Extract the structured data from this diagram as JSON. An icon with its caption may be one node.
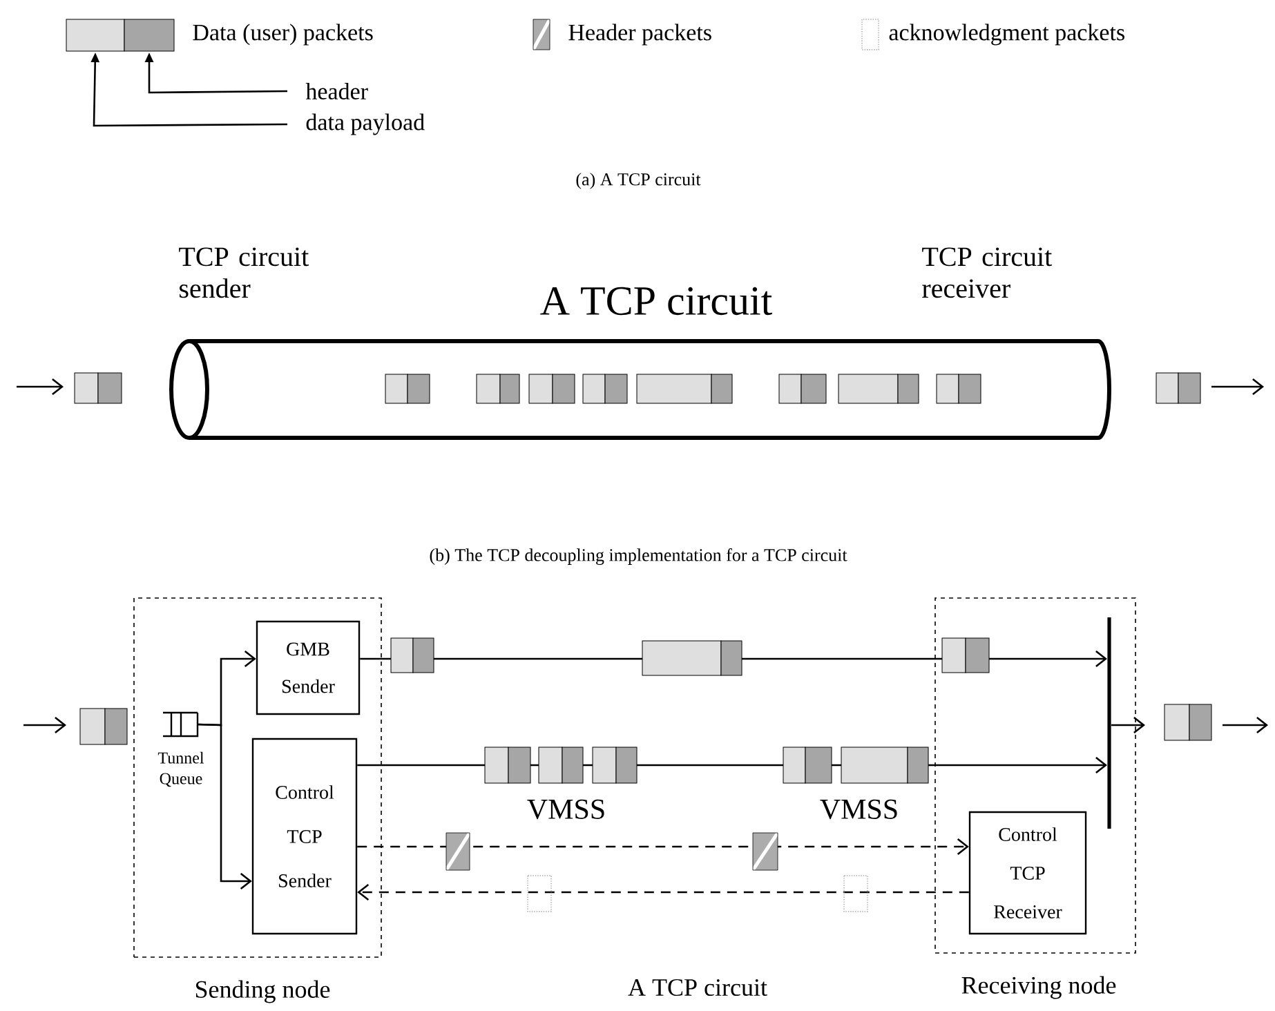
{
  "diagram": {
    "nodes": [
      {
        "text": [
          "header"
        ]
      },
      {
        "text": [
          "data payload"
        ]
      },
      {
        "text": [
          "A TCP circuit"
        ]
      },
      {
        "text": [
          "Sending node"
        ]
      },
      {
        "text": [
          "Tunnel Queue"
        ],
        "in": 3
      },
      {
        "text": [
          "GMB Sender"
        ],
        "in": 3
      },
      {
        "text": [
          "Control TCP Sender"
        ],
        "in": 3
      },
      {
        "text": [
          "Receiving node"
        ]
      },
      {
        "text": [],
        "shape": "bar",
        "in": 7
      },
      {
        "text": [
          "Control TCP Receiver"
        ],
        "in": 7
      },
      {
        "text": [],
        "shape": "box"
      },
      {
        "text": [],
        "shape": "box"
      }
    ],
    "edges": [
      {
        "from": 0,
        "to": 11,
        "arrow": "to"
      },
      {
        "from": 1,
        "to": 10,
        "arrow": "to"
      },
      {
        "from": 4,
        "to": 5,
        "arrow": "to"
      },
      {
        "from": 4,
        "to": 6,
        "arrow": "to"
      },
      {
        "from": 5,
        "to": 8,
        "arrow": "to"
      },
      {
        "from": 6,
        "to": 8,
        "arrow": "to"
      },
      {
        "from": 6,
        "to": 9,
        "arrow": "to",
        "style": "dashed"
      },
      {
        "from": 9,
        "to": 6,
        "arrow": "to",
        "style": "dashed"
      },
      {
        "from": 8,
        "to": null,
        "arrow": "to"
      }
    ],
    "labels": [
      "(a) A TCP circuit",
      "TCP circuit sender",
      "TCP circuit receiver",
      "(b) The TCP decoupling implementation for a TCP circuit",
      "VMSS",
      "VMSS",
      "A TCP circuit"
    ],
    "legend": [
      {
        "text": "Data (user) packets"
      },
      {
        "text": "Header packets"
      },
      {
        "text": "acknowledgment packets"
      }
    ]
  }
}
